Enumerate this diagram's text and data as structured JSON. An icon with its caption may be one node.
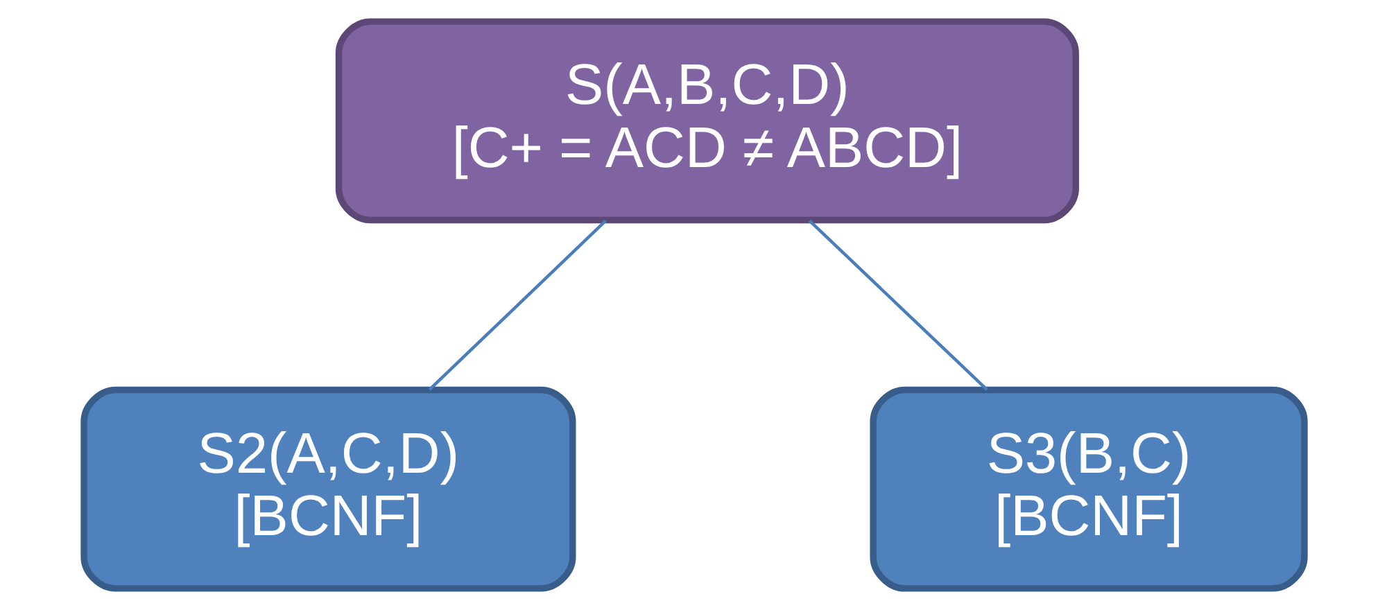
{
  "diagram": {
    "nodes": [
      {
        "text": [
          "S(A,B,C,D)",
          "[C+ = ACD ≠ ABCD]"
        ]
      },
      {
        "text": [
          "S2(A,C,D)",
          "[BCNF]"
        ]
      },
      {
        "text": [
          "S3(B,C)",
          "[BCNF]"
        ]
      }
    ],
    "edges": [
      {
        "from": 0,
        "to": 1,
        "arrow": "none"
      },
      {
        "from": 0,
        "to": 2,
        "arrow": "none"
      }
    ]
  }
}
